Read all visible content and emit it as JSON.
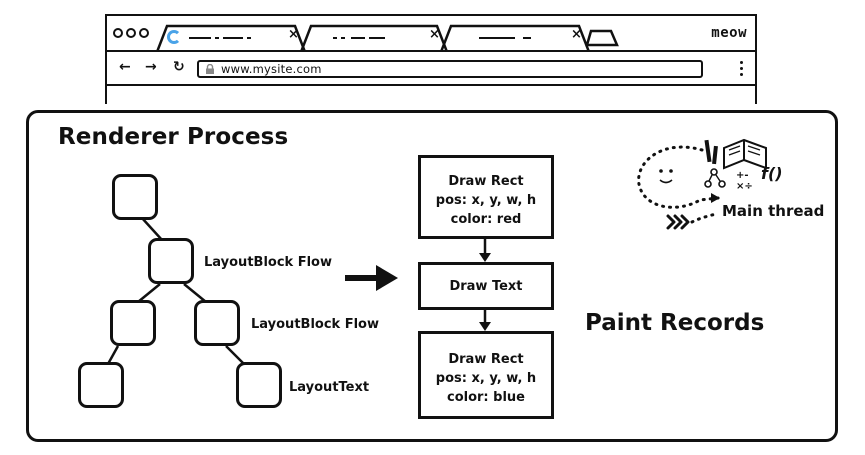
{
  "browser": {
    "brand": "meow",
    "url": "www.mysite.com",
    "tabs": [
      {
        "close": "×",
        "icon": "loading-spinner"
      },
      {
        "close": "×"
      },
      {
        "close": "×"
      }
    ],
    "nav": {
      "back": "←",
      "forward": "→",
      "reload": "↻"
    }
  },
  "renderer": {
    "title": "Renderer Process"
  },
  "layout_tree": {
    "labels": [
      "LayoutBlock Flow",
      "LayoutBlock Flow",
      "LayoutText"
    ]
  },
  "paint_records": {
    "boxes": [
      {
        "lines": [
          "Draw Rect",
          "pos: x, y, w, h",
          "color: red"
        ]
      },
      {
        "lines": [
          "Draw Text"
        ]
      },
      {
        "lines": [
          "Draw Rect",
          "pos: x, y, w, h",
          "color: blue"
        ]
      }
    ],
    "label": "Paint Records"
  },
  "main_thread": {
    "label": "Main thread",
    "glyphs": "f()"
  },
  "colors": {
    "ink": "#111111",
    "spinner": "#4aa3e8"
  }
}
